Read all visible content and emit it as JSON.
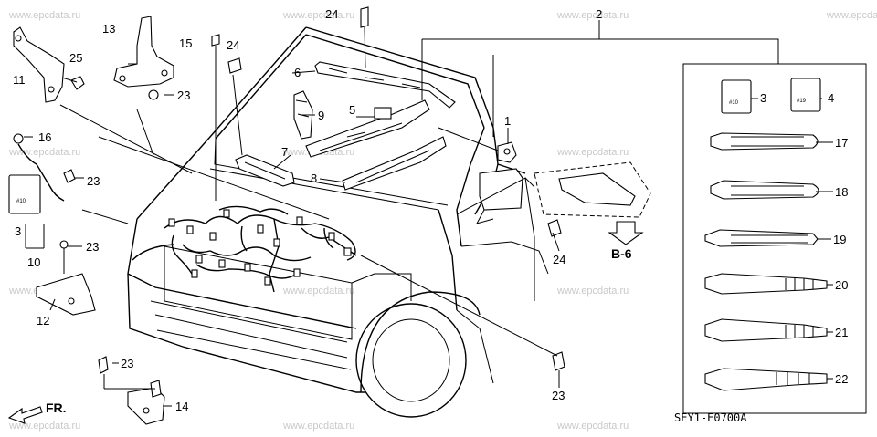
{
  "watermark": "www.epcdata.ru",
  "diagram_code": "SEY1-E0700A",
  "ref_arrow_label": "B-6",
  "front_arrow_label": "FR.",
  "part_labels": {
    "p1": "1",
    "p2": "2",
    "p3": "3",
    "p3b": "3",
    "p4": "4",
    "p5": "5",
    "p6": "6",
    "p7": "7",
    "p8": "8",
    "p9": "9",
    "p10": "10",
    "p11": "11",
    "p12": "12",
    "p13": "13",
    "p14": "14",
    "p15": "15",
    "p16": "16",
    "p17": "17",
    "p18": "18",
    "p19": "19",
    "p20": "20",
    "p21": "21",
    "p22": "22",
    "p23a": "23",
    "p23b": "23",
    "p23c": "23",
    "p23d": "23",
    "p23e": "23",
    "p24a": "24",
    "p24b": "24",
    "p24c": "24",
    "p25": "25"
  },
  "connector_marks": {
    "c3": "#10",
    "c4": "#19",
    "c10": "#10"
  }
}
